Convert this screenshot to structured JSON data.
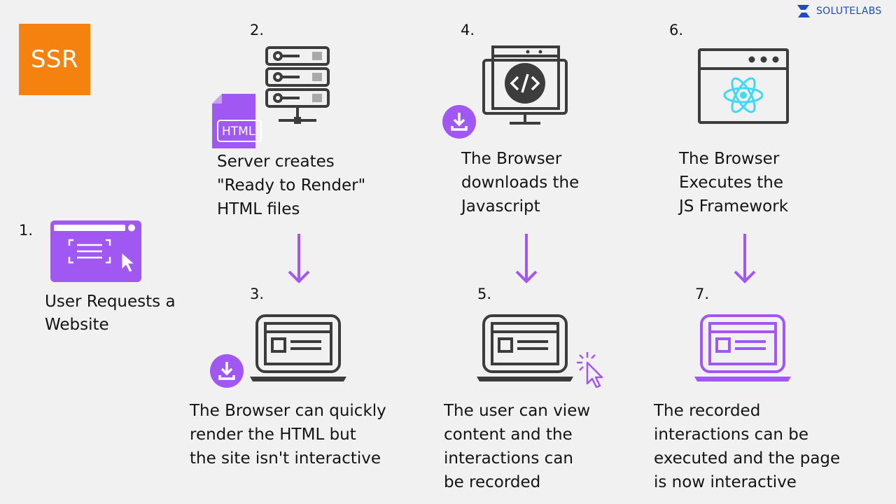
{
  "badge": {
    "text": "SSR"
  },
  "brand": {
    "name_bold": "SOLUTE",
    "name_light": "LABS",
    "icon": "solutelabs-logo-icon"
  },
  "colors": {
    "badge": "#f5820f",
    "accent": "#a157f2",
    "brand": "#1f49c8",
    "react": "#3fd9f2",
    "icon_dark": "#3c3c3c"
  },
  "steps": [
    {
      "number": "1.",
      "lines": [
        "User Requests a",
        "Website"
      ],
      "icon": "browser-window-cursor-icon"
    },
    {
      "number": "2.",
      "lines": [
        "Server creates",
        "\"Ready to Render\"",
        "HTML files"
      ],
      "icon": "server-stack-icon",
      "badge": "HTML"
    },
    {
      "number": "3.",
      "lines": [
        "The Browser can quickly",
        "render the HTML but",
        "the site isn't interactive"
      ],
      "icon": "laptop-icon"
    },
    {
      "number": "4.",
      "lines": [
        "The Browser",
        "downloads the",
        "Javascript"
      ],
      "icon": "monitor-code-icon"
    },
    {
      "number": "5.",
      "lines": [
        "The user can view",
        "content and the",
        "interactions can",
        "be recorded"
      ],
      "icon": "laptop-click-icon"
    },
    {
      "number": "6.",
      "lines": [
        "The Browser",
        "Executes the",
        "JS Framework"
      ],
      "icon": "browser-react-icon"
    },
    {
      "number": "7.",
      "lines": [
        "The recorded",
        "interactions can be",
        "executed and the page",
        "is now interactive"
      ],
      "icon": "laptop-purple-icon"
    }
  ]
}
